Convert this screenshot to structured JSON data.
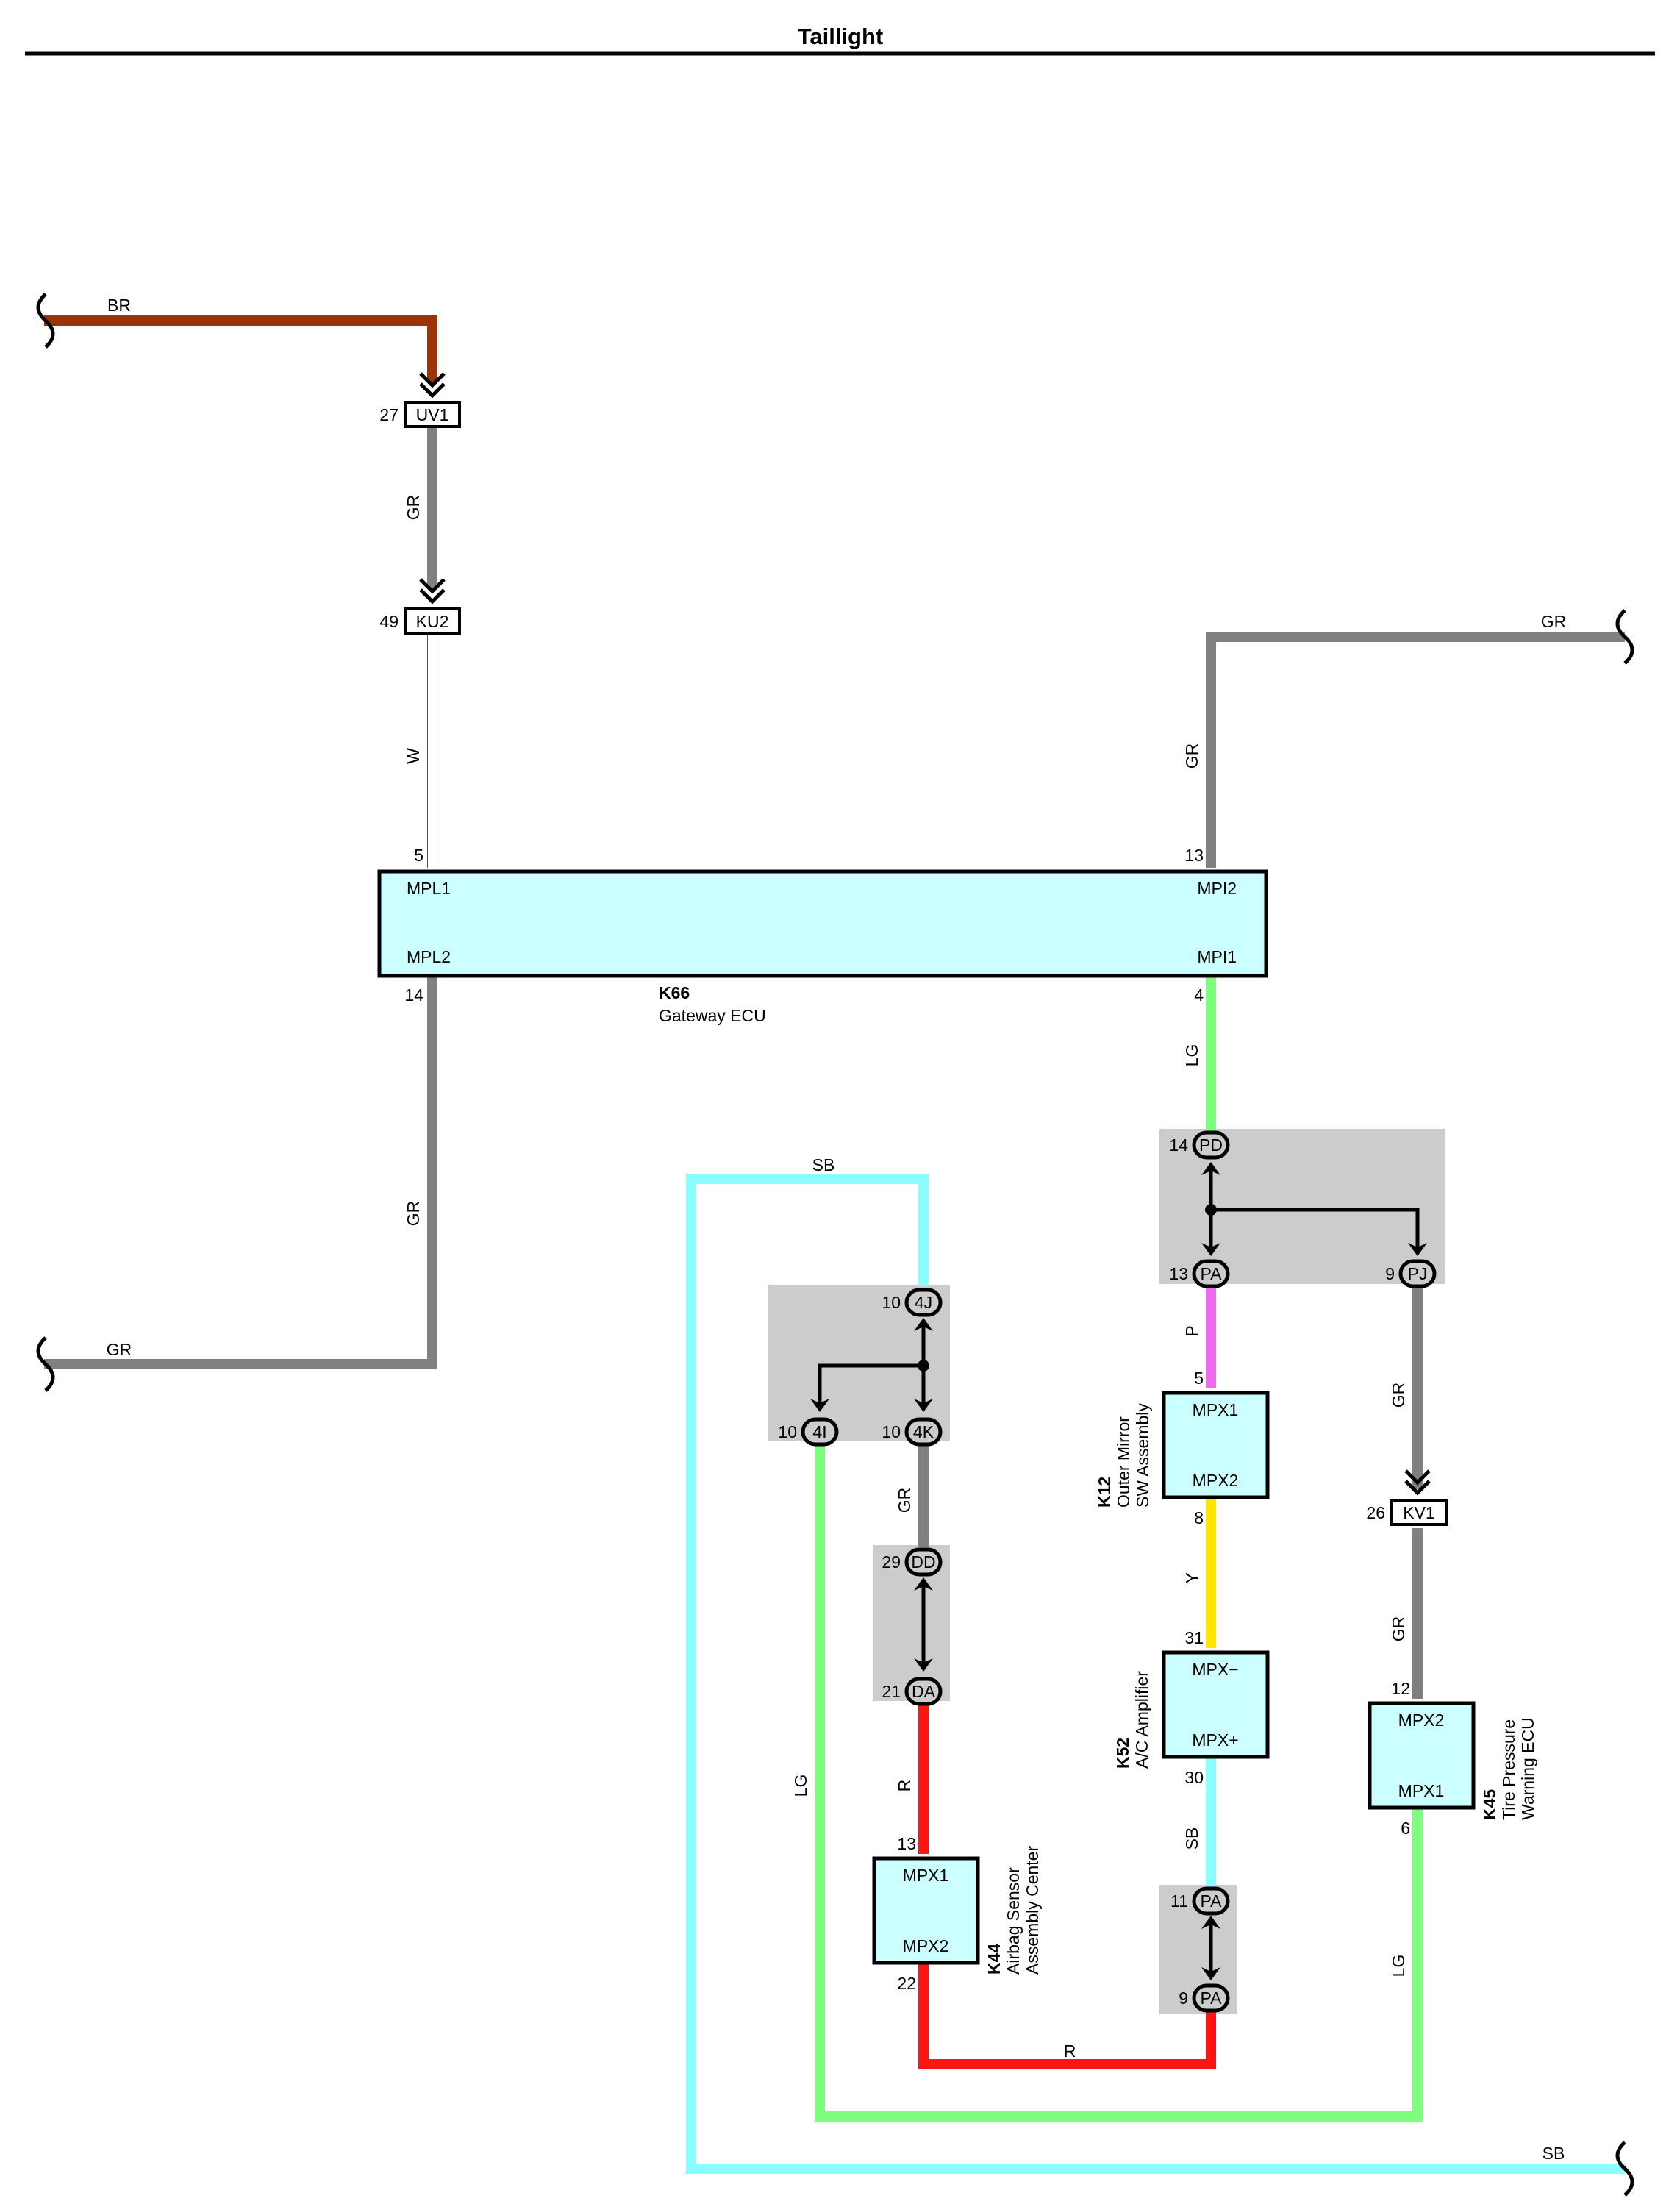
{
  "title": "Taillight",
  "colors": {
    "BR": "#9b3408",
    "GR": "#808080",
    "W": "#ffffff",
    "LG": "#7dff7d",
    "SB": "#8bffff",
    "R": "#ff1414",
    "P": "#f06af0",
    "Y": "#ffe600",
    "component_fill": "#ccffff",
    "junction_fill": "#cccccc"
  },
  "wire_labels": {
    "br_top": "BR",
    "gr_uv1_ku2": "GR",
    "w_ku2_k66": "W",
    "gr_k66_left": "GR",
    "gr_left_exit": "GR",
    "gr_k66_right": "GR",
    "gr_right_exit": "GR",
    "lg_k66_pd": "LG",
    "sb_top": "SB",
    "gr_4k_dd": "GR",
    "lg_4i": "LG",
    "r_da_k44": "R",
    "p_pa_k12": "P",
    "y_k12_k52": "Y",
    "sb_k52_pa": "SB",
    "r_bottom": "R",
    "gr_pj_kv1": "GR",
    "gr_kv1_k45": "GR",
    "lg_k45": "LG",
    "sb_bottom_exit": "SB"
  },
  "connectors": {
    "uv1": {
      "name": "UV1",
      "pin": "27"
    },
    "ku2": {
      "name": "KU2",
      "pin": "49"
    },
    "kv1": {
      "name": "KV1",
      "pin": "26"
    }
  },
  "junctions": {
    "pd": {
      "name": "PD",
      "pin": "14"
    },
    "pa_top": {
      "name": "PA",
      "pin": "13"
    },
    "pj": {
      "name": "PJ",
      "pin": "9"
    },
    "j4j": {
      "name": "4J",
      "pin": "10"
    },
    "j4i": {
      "name": "4I",
      "pin": "10"
    },
    "j4k": {
      "name": "4K",
      "pin": "10"
    },
    "dd": {
      "name": "DD",
      "pin": "29"
    },
    "da": {
      "name": "DA",
      "pin": "21"
    },
    "pa_mid": {
      "name": "PA",
      "pin": "11"
    },
    "pa_bot": {
      "name": "PA",
      "pin": "9"
    }
  },
  "components": {
    "k66": {
      "id": "K66",
      "name": "Gateway ECU",
      "t1": "MPL1",
      "t2": "MPL2",
      "t3": "MPI2",
      "t4": "MPI1",
      "p1": "5",
      "p2": "14",
      "p3": "13",
      "p4": "4"
    },
    "k12": {
      "id": "K12",
      "name1": "Outer Mirror",
      "name2": "SW Assembly",
      "t1": "MPX1",
      "t2": "MPX2",
      "p1": "5",
      "p2": "8"
    },
    "k52": {
      "id": "K52",
      "name1": "A/C Amplifier",
      "t1": "MPX−",
      "t2": "MPX+",
      "p1": "31",
      "p2": "30"
    },
    "k44": {
      "id": "K44",
      "name1": "Airbag Sensor",
      "name2": "Assembly Center",
      "t1": "MPX1",
      "t2": "MPX2",
      "p1": "13",
      "p2": "22"
    },
    "k45": {
      "id": "K45",
      "name1": "Tire Pressure",
      "name2": "Warning ECU",
      "t1": "MPX2",
      "t2": "MPX1",
      "p1": "12",
      "p2": "6"
    }
  }
}
